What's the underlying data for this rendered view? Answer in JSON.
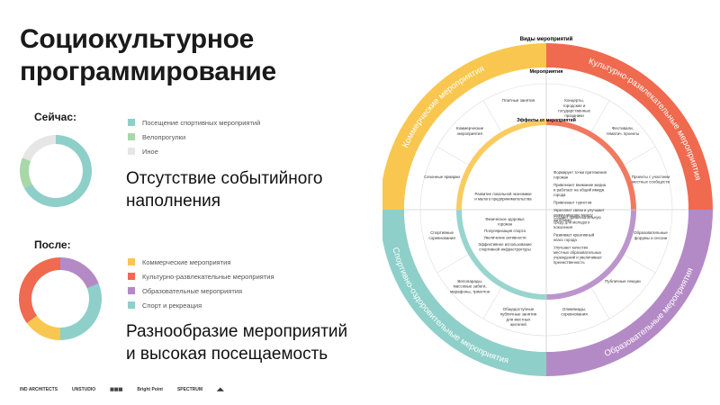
{
  "title_line1": "Социокультурное",
  "title_line2": "программирование",
  "now": {
    "label": "Сейчас:",
    "legend": [
      {
        "label": "Посещение спортивных мероприятий",
        "color": "#8ecfc9"
      },
      {
        "label": "Велопрогулки",
        "color": "#a8d8a8"
      },
      {
        "label": "Иное",
        "color": "#e6e6e6"
      }
    ],
    "donut": [
      {
        "value": 67,
        "color": "#8ecfc9"
      },
      {
        "value": 14,
        "color": "#a8d8a8"
      },
      {
        "value": 19,
        "color": "#e6e6e6"
      }
    ],
    "caption_line1": "Отсутствие событийного",
    "caption_line2": "наполнения"
  },
  "after": {
    "label": "После:",
    "legend": [
      {
        "label": "Коммерческие мероприятия",
        "color": "#f9c74f"
      },
      {
        "label": "Культурно-развлекательные мероприятия",
        "color": "#ef6a4e"
      },
      {
        "label": "Образовательные мероприятия",
        "color": "#b48ac6"
      },
      {
        "label": "Спорт и рекреация",
        "color": "#8ecfc9"
      }
    ],
    "donut": [
      {
        "value": 19,
        "color": "#b48ac6"
      },
      {
        "value": 31,
        "color": "#8ecfc9"
      },
      {
        "value": 15,
        "color": "#f9c74f"
      },
      {
        "value": 35,
        "color": "#ef6a4e"
      }
    ],
    "caption_line1": "Разнообразие мероприятий",
    "caption_line2": "и высокая посещаемость"
  },
  "footer": [
    "IND ARCHITECTS",
    "UNSTUDIO",
    "▦▦▦",
    "Bright Point",
    "SPECTRUM",
    "◢◣"
  ],
  "wheel": {
    "top_label": "Виды мероприятий",
    "ring2_label": "Мероприятия",
    "ring3_label": "Эффекты от мероприятий",
    "sectors": [
      {
        "label": "Коммерческие мероприятия",
        "color": "#f9c74f"
      },
      {
        "label": "Культурно-развлекательные мероприятия",
        "color": "#ef6a4e"
      },
      {
        "label": "Образовательные мероприятия",
        "color": "#b48ac6"
      },
      {
        "label": "Спортивно-оздоровительные мероприятия",
        "color": "#8ecfc9"
      }
    ],
    "events": {
      "commercial": [
        "Платные занятия",
        "Коммерческие мероприятия",
        "Сезонные ярмарки"
      ],
      "cultural": [
        "Концерты, городские и государственные праздники",
        "Фестивали, тематич. проекты",
        "Проекты с участием местных сообществ"
      ],
      "educational": [
        "Образовательные форумы и сессии",
        "Публичные лекции",
        "Олимпиады, соревнования"
      ],
      "sport": [
        "Спортивные соревнования",
        "Велопарады, массовые забеги, марафоны, триатлон",
        "Общедоступные публичные занятия для местных жителей"
      ]
    },
    "effects": {
      "commercial": "Развитие локальной экономики и малого предпринимательства",
      "cultural": [
        "Формирует точки притяжения горожан",
        "Привлекает внимание медиа и работает на общий имидж города",
        "Привлекает туристов",
        "Укрепляет связи и улучшает коммуникацию между жителями"
      ],
      "educational": [
        "Создает привлекательную среду для молодого поколения",
        "Развивает креативный класс города",
        "Улучшает качество местных образовательных учреждений и увеличивает преемственность"
      ],
      "sport": [
        "Физическое здоровье горожан",
        "Популяризация спорта",
        "Увеличение активности",
        "Эффективное использование спортивной инфраструктуры"
      ]
    }
  }
}
